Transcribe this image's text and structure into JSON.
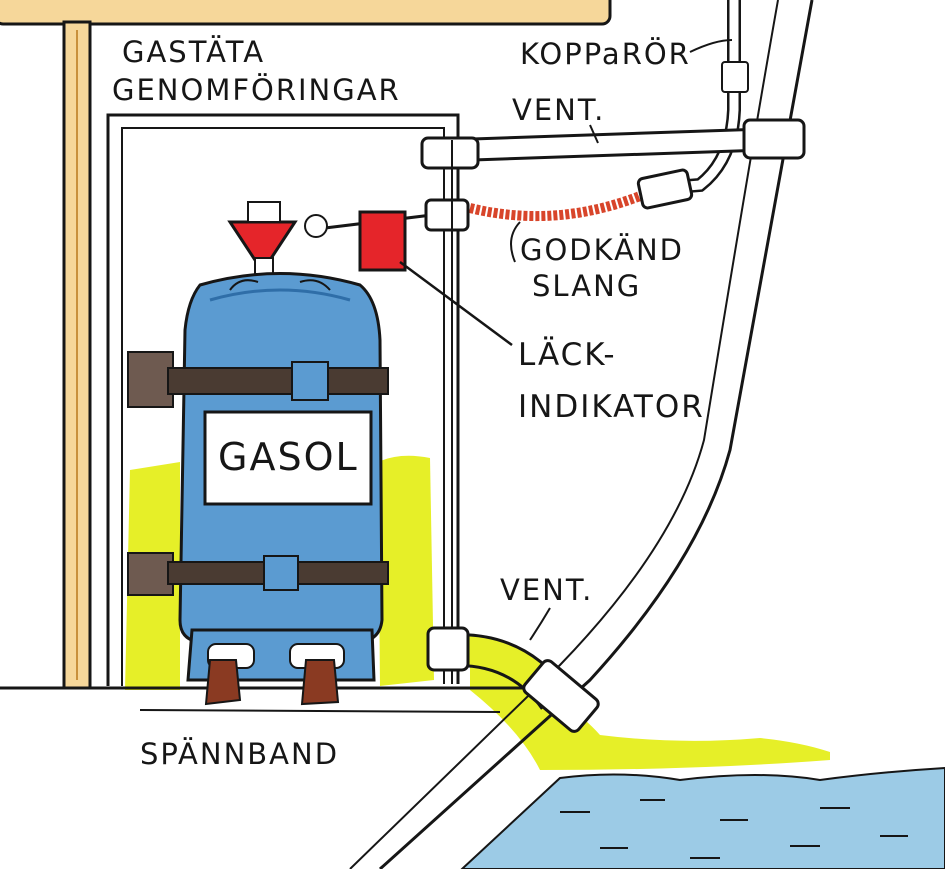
{
  "labels": {
    "gastata_line1": "GASTÄTA",
    "gastata_line2": "GENOMFÖRINGAR",
    "kopparor": "KOPPaRÖR",
    "vent_top": "VENT.",
    "godkand_line1": "GODKÄND",
    "godkand_line2": "SLANG",
    "lack_line1": "LÄCK-",
    "lack_line2": "INDIKATOR",
    "vent_bottom": "VENT.",
    "spannband": "SPÄNNBAND",
    "gasol": "GASOL"
  },
  "colors": {
    "ink": "#161616",
    "wood": "#f6d79a",
    "wood_edge": "#c8903c",
    "cylinder": "#5b9bd1",
    "cylinder_dark": "#2f6ea8",
    "valve_red": "#e5252a",
    "hose_red": "#d8452a",
    "yellow": "#e6ef28",
    "water": "#9ccbe6",
    "strap": "#4a3b32",
    "foot_brown": "#8a3a22"
  }
}
